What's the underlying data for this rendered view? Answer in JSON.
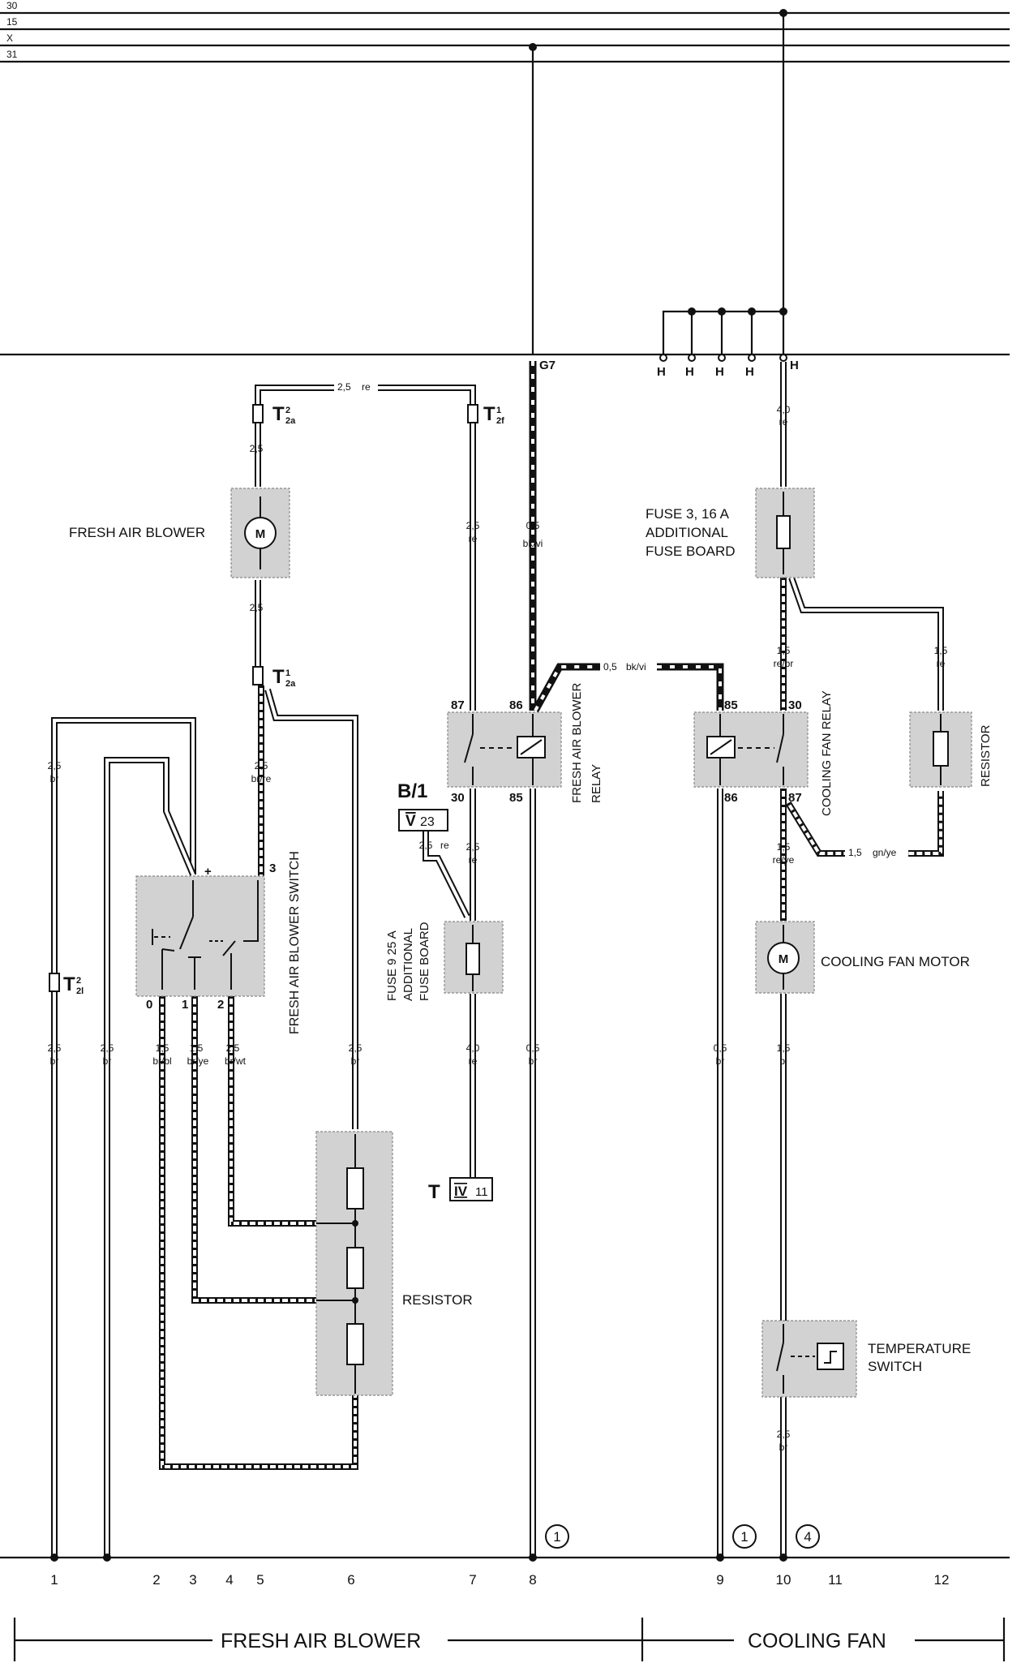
{
  "bus_lines": [
    "30",
    "15",
    "X",
    "31"
  ],
  "components": {
    "fresh_air_blower": "FRESH AIR BLOWER",
    "fresh_air_blower_switch": "FRESH AIR BLOWER SWITCH",
    "fresh_air_blower_relay_line1": "FRESH AIR BLOWER",
    "fresh_air_blower_relay_line2": "RELAY",
    "fuse9_line1": "FUSE 9  25 A",
    "fuse9_line2": "ADDITIONAL",
    "fuse9_line3": "FUSE BOARD",
    "fuse3_line1": "FUSE 3, 16 A",
    "fuse3_line2": "ADDITIONAL",
    "fuse3_line3": "FUSE BOARD",
    "cooling_fan_relay": "COOLING FAN RELAY",
    "resistor_right": "RESISTOR",
    "cooling_fan_motor": "COOLING FAN MOTOR",
    "resistor_left": "RESISTOR",
    "temperature_switch_line1": "TEMPERATURE",
    "temperature_switch_line2": "SWITCH"
  },
  "connectors": {
    "t2a_top": "T",
    "t2a_top_sub": "2a",
    "t2a_top_sup": "2",
    "t2f": "T",
    "t2f_sub": "2f",
    "t2f_sup": "1",
    "t2a_mid": "T",
    "t2a_mid_sub": "2a",
    "t2a_mid_sup": "1",
    "t2l": "T",
    "t2l_sub": "2l",
    "t2l_sup": "2",
    "g7": "G7",
    "h": "H"
  },
  "references": {
    "b1": "B/1",
    "v23": "V",
    "v23_num": "23",
    "t_iv11": "T",
    "iv": "IV",
    "iv_num": "11"
  },
  "pins": {
    "p87_left": "87",
    "p86_left": "86",
    "p30_left": "30",
    "p85_left": "85",
    "p85_right": "85",
    "p30_right": "30",
    "p86_right": "86",
    "p87_right": "87",
    "sw_plus": "+",
    "sw_3": "3",
    "sw_0": "0",
    "sw_1": "1",
    "sw_2": "2"
  },
  "wires": {
    "w_top_re_size": "2,5",
    "w_top_re_color": "re",
    "w_blower_top_size": "2,5",
    "w_blower_bot_size": "2,5",
    "w_t2f_size": "2,5",
    "w_t2f_color": "re",
    "w_g7_size": "0,5",
    "w_g7_color": "bk/vi",
    "w_brre_size": "2,5",
    "w_brre_color": "br/re",
    "w_br1_size": "2,5",
    "w_br1_color": "br",
    "w_relay_h_size": "0,5",
    "w_relay_h_color": "bk/vi",
    "w_h_re_size": "4,0",
    "w_h_re_color": "re",
    "w_rebr_size": "1,5",
    "w_rebr_color": "re/br",
    "w_res_re_size": "1,5",
    "w_res_re_color": "re",
    "w_b1_size": "2,5",
    "w_b1_color": "re",
    "w_30_re_size": "2,5",
    "w_30_re_color": "re",
    "w_gnye_size": "1,5",
    "w_gnye_color": "gn/ye",
    "w_reye_size": "1,5",
    "w_reye_color": "re/ye",
    "c1_size": "2,5",
    "c1_color": "br",
    "c1b_size": "2,5",
    "c1b_color": "br",
    "c2_size": "1,5",
    "c2_color": "br/bl",
    "c3_size": "1,5",
    "c3_color": "br/ye",
    "c4_size": "2,5",
    "c4_color": "br/wt",
    "c6_size": "2,5",
    "c6_color": "br",
    "c7_size": "4,0",
    "c7_color": "re",
    "c8_size": "0,5",
    "c8_color": "br",
    "c9_size": "0,5",
    "c9_color": "br",
    "c10_size": "1,5",
    "c10_color": "bl",
    "c10b_size": "2,5",
    "c10b_color": "br"
  },
  "ground_refs": [
    "1",
    "1",
    "4"
  ],
  "current_track": [
    "1",
    "2",
    "3",
    "4",
    "5",
    "6",
    "7",
    "8",
    "9",
    "10",
    "11",
    "12"
  ],
  "sections": {
    "fresh_air_blower": "FRESH AIR BLOWER",
    "cooling_fan": "COOLING FAN"
  }
}
